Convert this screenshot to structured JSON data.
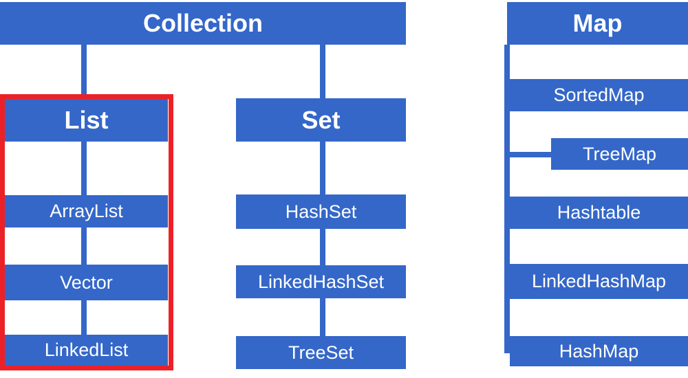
{
  "colors": {
    "node_fill": "#3467c8",
    "highlight_border": "#ec2128",
    "label_text": "#ffffff",
    "background": "#ffffff"
  },
  "labels": {
    "collection": "Collection",
    "list": "List",
    "arraylist": "ArrayList",
    "vector": "Vector",
    "linkedlist": "LinkedList",
    "set": "Set",
    "hashset": "HashSet",
    "linkedhashset": "LinkedHashSet",
    "treeset": "TreeSet",
    "map": "Map",
    "sortedmap": "SortedMap",
    "treemap": "TreeMap",
    "hashtable": "Hashtable",
    "linkedhashmap": "LinkedHashMap",
    "hashmap": "HashMap"
  },
  "edges": [
    {
      "from": "collection",
      "to": "list"
    },
    {
      "from": "collection",
      "to": "set"
    },
    {
      "from": "list",
      "to": "arraylist"
    },
    {
      "from": "list",
      "to": "vector"
    },
    {
      "from": "list",
      "to": "linkedlist"
    },
    {
      "from": "set",
      "to": "hashset"
    },
    {
      "from": "set",
      "to": "linkedhashset"
    },
    {
      "from": "set",
      "to": "treeset"
    },
    {
      "from": "map",
      "to": "sortedmap"
    },
    {
      "from": "sortedmap",
      "to": "treemap"
    },
    {
      "from": "map",
      "to": "hashtable"
    },
    {
      "from": "map",
      "to": "linkedhashmap"
    },
    {
      "from": "map",
      "to": "hashmap"
    }
  ],
  "highlight": {
    "target": "list-subtree"
  }
}
